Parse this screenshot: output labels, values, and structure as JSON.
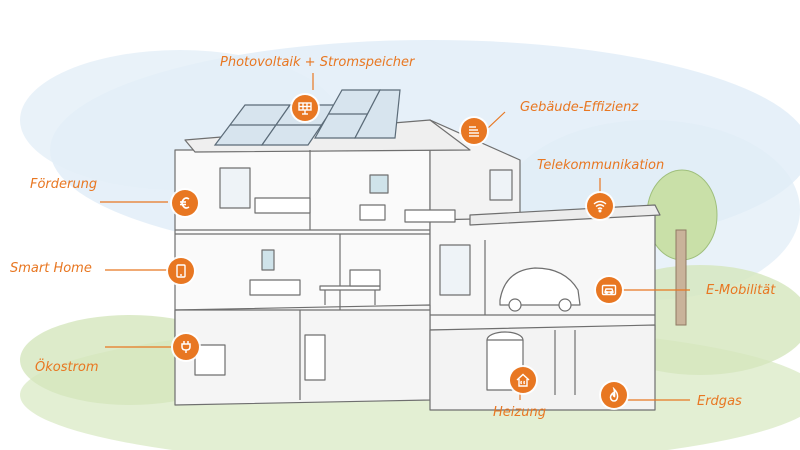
{
  "accent_color": "#e87722",
  "hotspots": [
    {
      "id": "photovoltaik",
      "label": "Photovoltaik + Stromspeicher",
      "icon": "solar-panel-icon"
    },
    {
      "id": "gebaeude",
      "label": "Gebäude-Effizienz",
      "icon": "insulation-layers-icon"
    },
    {
      "id": "telekom",
      "label": "Telekommunikation",
      "icon": "wifi-icon"
    },
    {
      "id": "foerderung",
      "label": "Förderung",
      "icon": "euro-icon"
    },
    {
      "id": "smarthome",
      "label": "Smart Home",
      "icon": "tablet-icon"
    },
    {
      "id": "emobilitaet",
      "label": "E-Mobilität",
      "icon": "electric-car-icon"
    },
    {
      "id": "oekostrom",
      "label": "Ökostrom",
      "icon": "plug-icon"
    },
    {
      "id": "heizung",
      "label": "Heizung",
      "icon": "heating-house-icon"
    },
    {
      "id": "erdgas",
      "label": "Erdgas",
      "icon": "flame-icon"
    }
  ]
}
